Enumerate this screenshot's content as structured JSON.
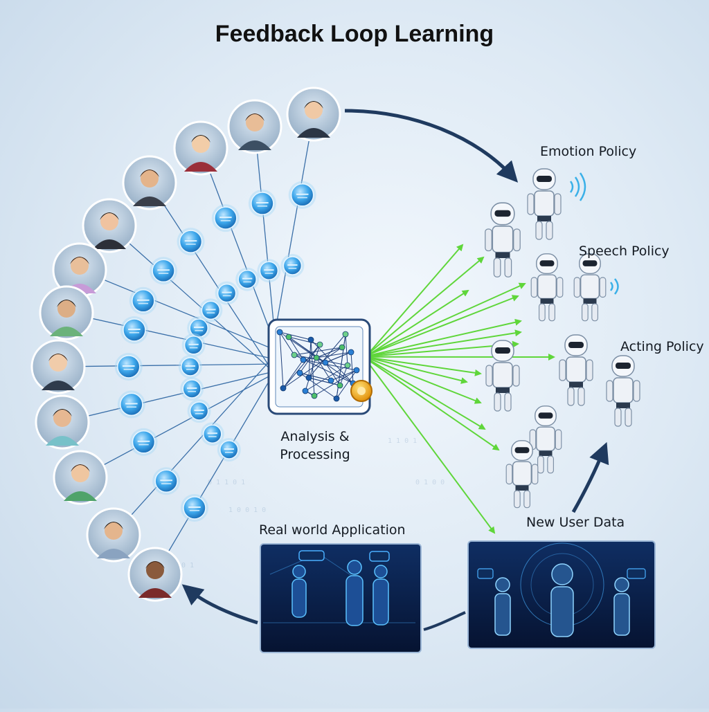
{
  "title": "Feedback Loop Learning",
  "labels": {
    "emotion_policy": "Emotion Policy",
    "speech_policy": "Speech Policy",
    "acting_policy": "Acting Policy",
    "analysis_line1": "Analysis &",
    "analysis_line2": "Processing",
    "real_world": "Real world Application",
    "new_user_data": "New User Data"
  },
  "colors": {
    "arrow_dark": "#1f3a5f",
    "green": "#5fd63a",
    "node_blue": "#2e9be0",
    "line_blue": "#3a6fa8",
    "panel_dark": "#0a1a3d",
    "accent_gold": "#f2a81d"
  },
  "icons": [
    "person-avatar-icon",
    "robot-icon",
    "data-node-icon",
    "neural-network-icon",
    "sound-wave-icon"
  ]
}
